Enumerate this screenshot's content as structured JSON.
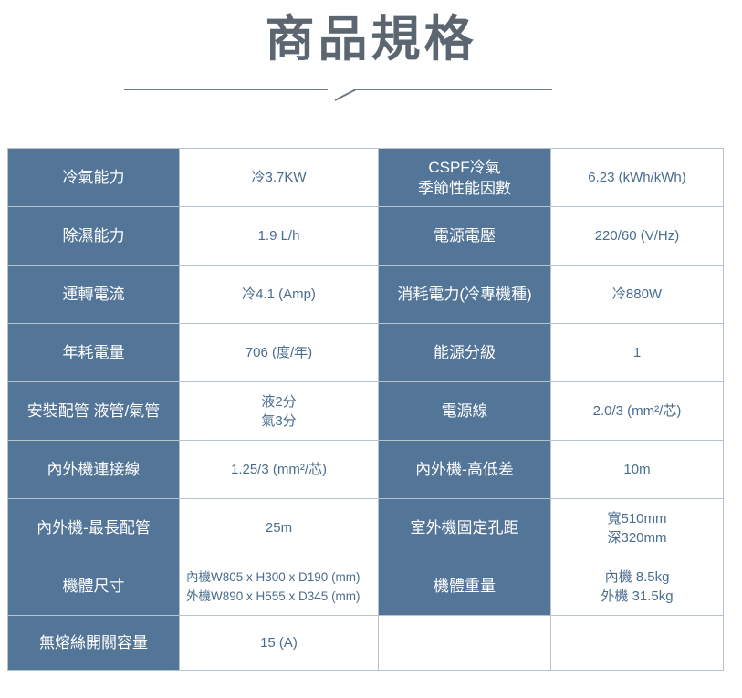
{
  "page": {
    "title": "商品規格"
  },
  "colors": {
    "page_bg": "#ffffff",
    "title_text": "#5c6670",
    "divider": "#6e7983",
    "label_bg": "#537598",
    "label_text": "#ffffff",
    "value_text": "#4a6d8f",
    "cell_border": "#b5c3ce"
  },
  "table": {
    "rows": [
      {
        "left": {
          "label": [
            "冷氣能力"
          ],
          "value": [
            "冷3.7KW"
          ]
        },
        "right": {
          "label": [
            "CSPF冷氣",
            "季節性能因數"
          ],
          "value": [
            "6.23 (kWh/kWh)"
          ]
        }
      },
      {
        "left": {
          "label": [
            "除濕能力"
          ],
          "value": [
            "1.9 L/h"
          ]
        },
        "right": {
          "label": [
            "電源電壓"
          ],
          "value": [
            "220/60 (V/Hz)"
          ]
        }
      },
      {
        "left": {
          "label": [
            "運轉電流"
          ],
          "value": [
            "冷4.1 (Amp)"
          ]
        },
        "right": {
          "label": [
            "消耗電力(冷專機種)"
          ],
          "value": [
            "冷880W"
          ]
        }
      },
      {
        "left": {
          "label": [
            "年耗電量"
          ],
          "value": [
            "706 (度/年)"
          ]
        },
        "right": {
          "label": [
            "能源分級"
          ],
          "value": [
            "1"
          ]
        }
      },
      {
        "left": {
          "label": [
            "安裝配管 液管/氣管"
          ],
          "value": [
            "液2分",
            "氣3分"
          ]
        },
        "right": {
          "label": [
            "電源線"
          ],
          "value": [
            "2.0/3 (mm²/芯)"
          ]
        }
      },
      {
        "left": {
          "label": [
            "內外機連接線"
          ],
          "value": [
            "1.25/3 (mm²/芯)"
          ]
        },
        "right": {
          "label": [
            "內外機-高低差"
          ],
          "value": [
            "10m"
          ]
        }
      },
      {
        "left": {
          "label": [
            "內外機-最長配管"
          ],
          "value": [
            "25m"
          ]
        },
        "right": {
          "label": [
            "室外機固定孔距"
          ],
          "value": [
            "寬510mm",
            "深320mm"
          ]
        }
      },
      {
        "left": {
          "label": [
            "機體尺寸"
          ],
          "value": [
            "內機W805 x H300 x D190 (mm)",
            "外機W890 x H555 x D345 (mm)"
          ]
        },
        "right": {
          "label": [
            "機體重量"
          ],
          "value": [
            "內機 8.5kg",
            "外機 31.5kg"
          ]
        }
      },
      {
        "left": {
          "label": [
            "無熔絲開關容量"
          ],
          "value": [
            "15 (A)"
          ]
        },
        "right": null
      }
    ]
  }
}
